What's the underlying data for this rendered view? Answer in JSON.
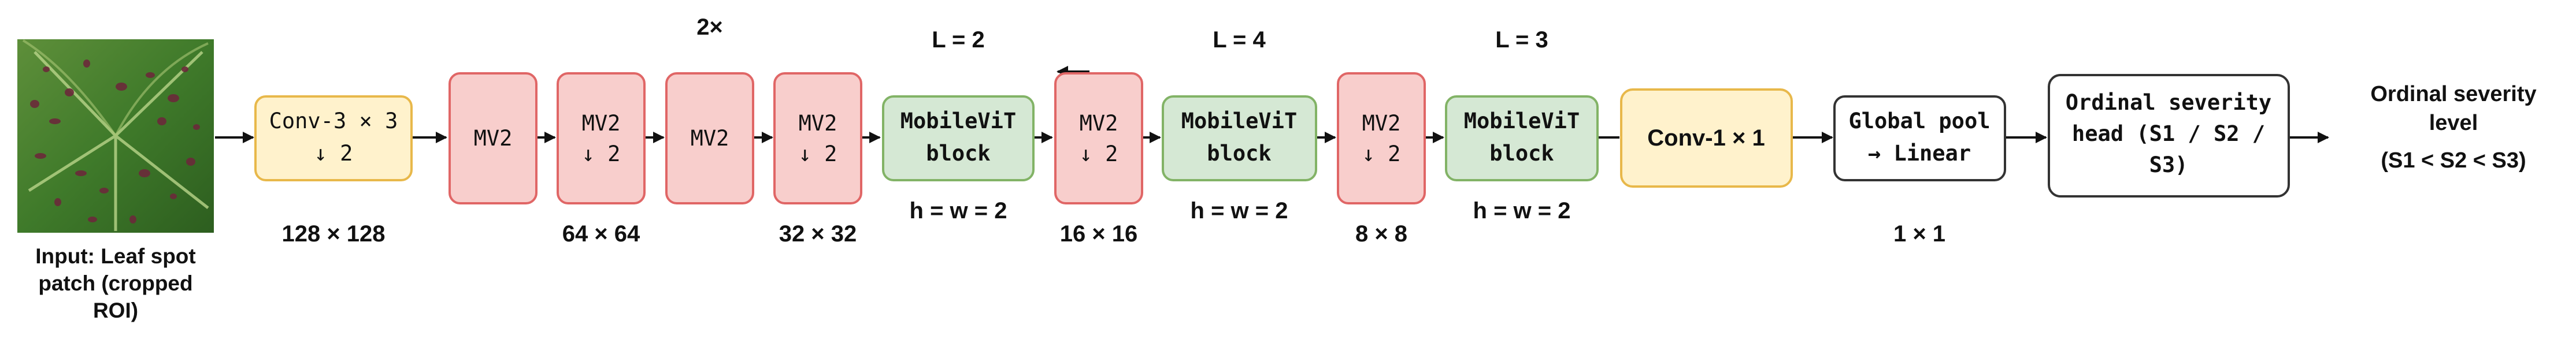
{
  "input": {
    "caption": [
      "Input: Leaf spot",
      "patch (cropped",
      "ROI)"
    ],
    "image_name": "strawberry-leaf-spot-photo"
  },
  "stem": {
    "lines": [
      "Conv-3 × 3",
      "↓ 2"
    ],
    "size": "128 × 128"
  },
  "stage1": {
    "mv2": [
      "MV2"
    ],
    "mv2_down": [
      "MV2",
      "↓ 2"
    ],
    "size": "64 × 64"
  },
  "stage2": {
    "repeat": "2×",
    "mv2": [
      "MV2"
    ],
    "mv2_down": [
      "MV2",
      "↓ 2"
    ],
    "size": "32 × 32"
  },
  "vit1": {
    "L": "L = 2",
    "lines": [
      "MobileViT",
      "block"
    ],
    "hw": "h = w = 2"
  },
  "stage3": {
    "mv2_down": [
      "MV2",
      "↓ 2"
    ],
    "size": "16 × 16"
  },
  "vit2": {
    "L": "L = 4",
    "lines": [
      "MobileViT",
      "block"
    ],
    "hw": "h = w = 2"
  },
  "stage4": {
    "mv2_down": [
      "MV2",
      "↓ 2"
    ],
    "size": "8 × 8"
  },
  "vit3": {
    "L": "L = 3",
    "lines": [
      "MobileViT",
      "block"
    ],
    "hw": "h = w = 2"
  },
  "conv1": {
    "label": "Conv-1 × 1"
  },
  "pool": {
    "lines": [
      "Global pool",
      "→ Linear"
    ],
    "size": "1 × 1"
  },
  "head": {
    "lines": [
      "Ordinal severity",
      "head (S1 / S2 /",
      "S3)"
    ]
  },
  "output": {
    "lines": [
      "Ordinal severity",
      "level",
      "(S1 < S2 < S3)"
    ]
  },
  "colors": {
    "mv2_fill": "#f8cecc",
    "mv2_stroke": "#e06666",
    "vit_fill": "#d5e8d4",
    "vit_stroke": "#82b366",
    "conv_fill": "#fff2cc",
    "conv_stroke": "#e8b84a",
    "plain_fill": "#ffffff",
    "plain_stroke": "#333333"
  }
}
